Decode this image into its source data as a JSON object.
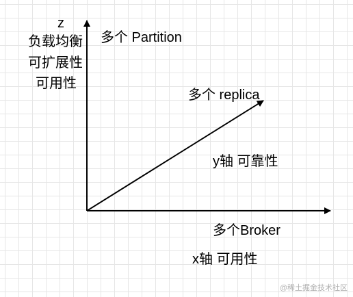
{
  "diagram": {
    "z_axis": {
      "name": "z",
      "labels": [
        "负载均衡",
        "可扩展性",
        "可用性"
      ],
      "annotation": "多个 Partition"
    },
    "x_axis": {
      "annotation": "多个Broker",
      "label": "x轴 可用性"
    },
    "y_axis": {
      "annotation": "多个 replica",
      "label": "y轴 可靠性"
    },
    "watermark": "@稀土掘金技术社区"
  }
}
